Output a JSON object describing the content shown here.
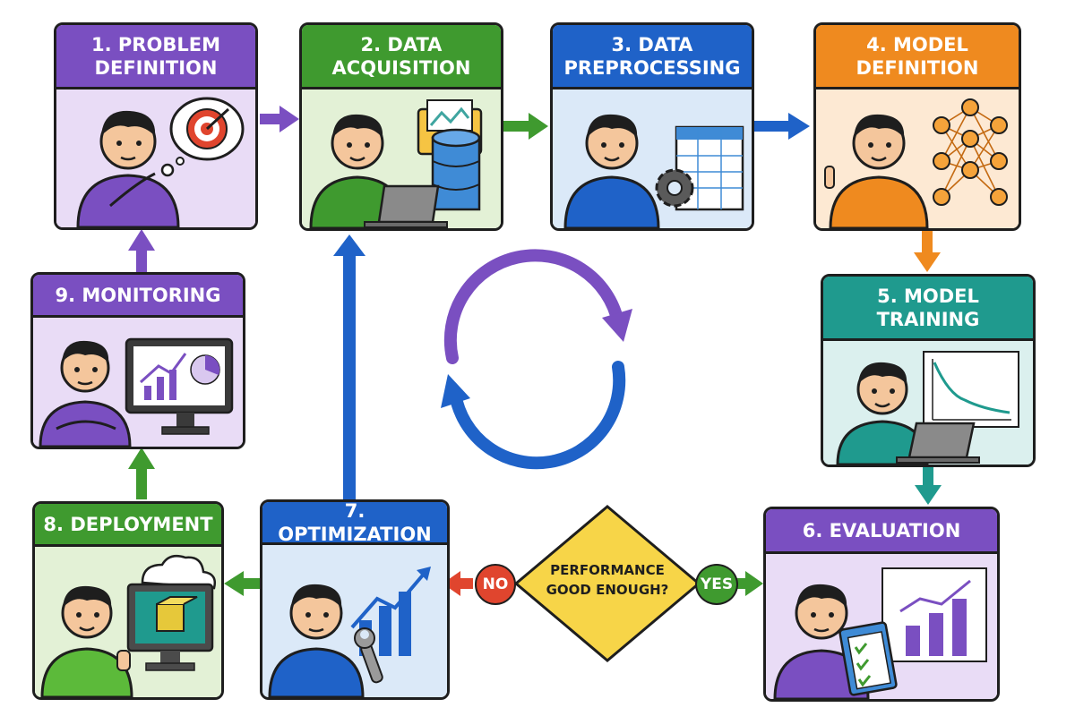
{
  "steps": [
    {
      "id": "problem-definition",
      "title": "1. PROBLEM\nDEFINITION",
      "color": "#7a4fc1",
      "bg": "#e9dcf6"
    },
    {
      "id": "data-acquisition",
      "title": "2. DATA\nACQUISITION",
      "color": "#3f9a2f",
      "bg": "#e3f1d6"
    },
    {
      "id": "data-preprocessing",
      "title": "3. DATA\nPREPROCESSING",
      "color": "#1f62c8",
      "bg": "#dbe9f8"
    },
    {
      "id": "model-definition",
      "title": "4. MODEL\nDEFINITION",
      "color": "#ef8a1f",
      "bg": "#fde9d3"
    },
    {
      "id": "model-training",
      "title": "5. MODEL\nTRAINING",
      "color": "#1f9a8e",
      "bg": "#dbf0ee"
    },
    {
      "id": "evaluation",
      "title": "6. EVALUATION",
      "color": "#7a4fc1",
      "bg": "#e9dcf6"
    },
    {
      "id": "optimization",
      "title": "7. OPTIMIZATION",
      "color": "#1f62c8",
      "bg": "#dbe9f8"
    },
    {
      "id": "deployment",
      "title": "8. DEPLOYMENT",
      "color": "#3f9a2f",
      "bg": "#e3f1d6"
    },
    {
      "id": "monitoring",
      "title": "9. MONITORING",
      "color": "#7a4fc1",
      "bg": "#e9dcf6"
    }
  ],
  "decision": {
    "text": "PERFORMANCE\nGOOD ENOUGH?",
    "color": "#f7d548"
  },
  "branches": {
    "no": {
      "label": "NO",
      "color": "#e0452e"
    },
    "yes": {
      "label": "YES",
      "color": "#3f9a2f"
    }
  },
  "colors": {
    "purple": "#7a4fc1",
    "green": "#3f9a2f",
    "blue": "#1f62c8",
    "orange": "#ef8a1f",
    "teal": "#1f9a8e",
    "skin": "#f4c69c",
    "hair": "#1e1e1e"
  },
  "icons": [
    "target-icon",
    "database-icon",
    "gear-icon",
    "table-icon",
    "neural-network-icon",
    "loss-chart-icon",
    "clipboard-icon",
    "bar-chart-icon",
    "wrench-icon",
    "cloud-icon",
    "box-icon",
    "monitor-icon",
    "laptop-icon",
    "cycle-icon"
  ]
}
